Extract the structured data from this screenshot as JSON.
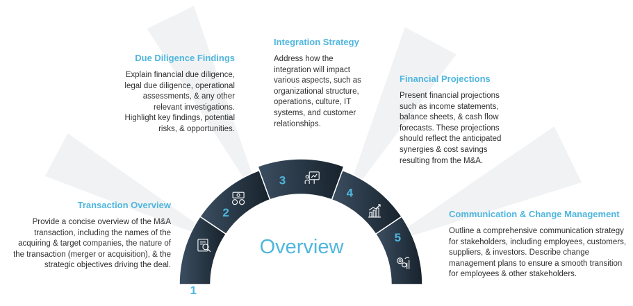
{
  "diagram": {
    "center_title": "Overview",
    "colors": {
      "accent": "#4fb6de",
      "segment_dark": "#1d2a36",
      "segment_light": "#3b4e61",
      "ray": "#e6e9ec",
      "text": "#2f2f2f"
    },
    "steps": [
      {
        "number": "1",
        "icon": "document-search-icon",
        "title": "Transaction Overview",
        "description": "Provide a concise overview of the M&A transaction, including the names of the acquiring & target companies, the nature of the transaction (merger or acquisition), & the strategic objectives driving the deal."
      },
      {
        "number": "2",
        "icon": "money-exchange-icon",
        "title": "Due Diligence Findings",
        "description": "Explain financial due diligence, legal due diligence, operational assessments, & any other relevant investigations. Highlight key findings, potential risks, & opportunities."
      },
      {
        "number": "3",
        "icon": "presentation-board-icon",
        "title": "Integration Strategy",
        "description": "Address how the integration will impact various aspects, such as organizational structure, operations, culture, IT systems, and customer relationships."
      },
      {
        "number": "4",
        "icon": "bar-chart-growth-icon",
        "title": "Financial Projections",
        "description": "Present financial projections such as income statements, balance sheets, & cash flow forecasts. These projections should reflect the anticipated synergies & cost savings resulting from the M&A."
      },
      {
        "number": "5",
        "icon": "gears-chart-icon",
        "title": "Communication & Change Management",
        "description": "Outline a comprehensive communication strategy for stakeholders, including employees, customers, suppliers, & investors. Describe change management plans to ensure a smooth transition for employees & other stakeholders."
      }
    ]
  }
}
